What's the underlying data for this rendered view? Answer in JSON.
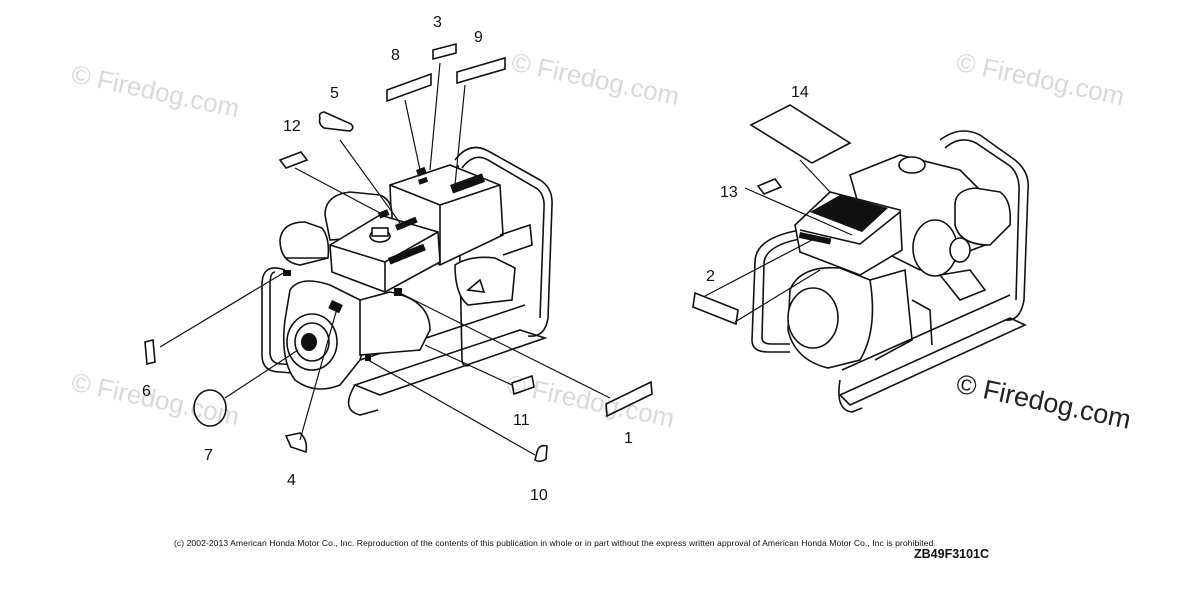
{
  "watermarks": {
    "small": [
      "© Firedog.com",
      "© Firedog.com",
      "© Firedog.com",
      "© Firedog.com",
      "© Firedog.com"
    ],
    "large": "© Firedog.com"
  },
  "callouts": {
    "c1": "1",
    "c2": "2",
    "c3": "3",
    "c4": "4",
    "c5": "5",
    "c6": "6",
    "c7": "7",
    "c8": "8",
    "c9": "9",
    "c10": "10",
    "c11": "11",
    "c12": "12",
    "c13": "13",
    "c14": "14"
  },
  "footer": {
    "copyright": "(c) 2002-2013 American Honda Motor Co., Inc. Reproduction of the contents of this publication in whole or in part without the express written approval of American Honda Motor Co., Inc is prohibited.",
    "diagram_code": "ZB49F3101C"
  }
}
